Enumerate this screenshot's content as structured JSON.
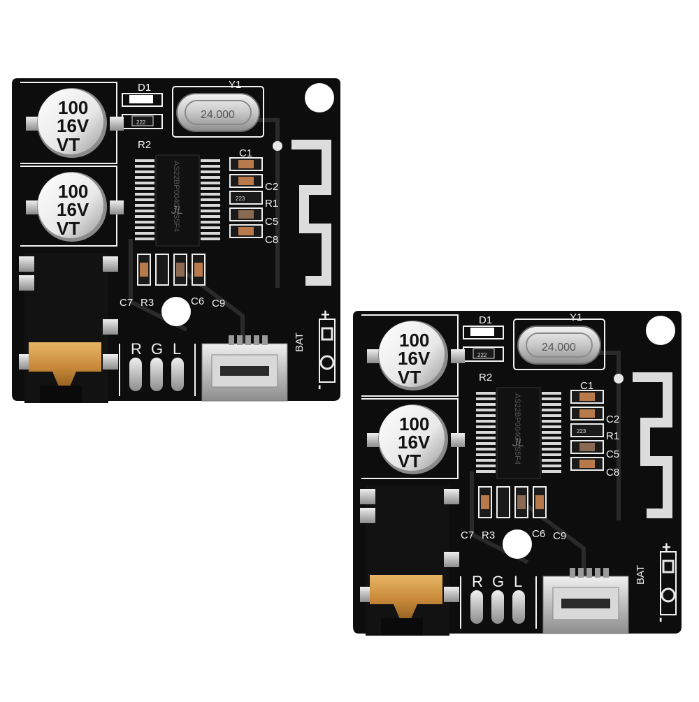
{
  "boards": [
    {
      "capacitor_label": [
        "100",
        "16V",
        "VT"
      ],
      "crystal_freq": "24.000",
      "chip_text": "AS22BP00407-S5F4",
      "chip_logo": "JL",
      "resistor_code": "222",
      "r1_code": "223",
      "labels": {
        "d1": "D1",
        "y1": "Y1",
        "r2": "R2",
        "c1": "C1",
        "c2": "C2",
        "r1": "R1",
        "c5": "C5",
        "c8": "C8",
        "c7": "C7",
        "r3": "R3",
        "c6": "C6",
        "c9": "C9",
        "bat": "BAT",
        "plus": "+",
        "minus": "-",
        "pin_r": "R",
        "pin_g": "G",
        "pin_l": "L"
      }
    },
    {
      "capacitor_label": [
        "100",
        "16V",
        "VT"
      ],
      "crystal_freq": "24.000",
      "chip_text": "AS22BP00407-S5F4",
      "chip_logo": "JL",
      "resistor_code": "222",
      "r1_code": "223",
      "labels": {
        "d1": "D1",
        "y1": "Y1",
        "r2": "R2",
        "c1": "C1",
        "c2": "C2",
        "r1": "R1",
        "c5": "C5",
        "c8": "C8",
        "c7": "C7",
        "r3": "R3",
        "c6": "C6",
        "c9": "C9",
        "bat": "BAT",
        "plus": "+",
        "minus": "-",
        "pin_r": "R",
        "pin_g": "G",
        "pin_l": "L"
      }
    }
  ],
  "colors": {
    "pcb": "#0d0d0d",
    "silkscreen": "#f2f2f2",
    "metal": "#c9c9c9",
    "gold": "#c98a3a",
    "background": "#ffffff"
  }
}
